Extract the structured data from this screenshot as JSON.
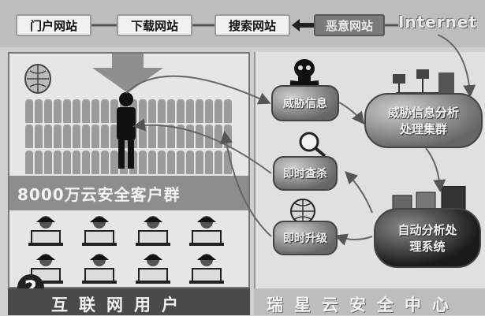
{
  "top_bar": {
    "portal_label": "门户网站",
    "download_label": "下载网站",
    "search_label": "搜索网站",
    "malware_label": "恶意网站",
    "internet_label": "Internet"
  },
  "left_panel": {
    "crowd_label": "8000万云安全客户群",
    "footer_label": "互联网用户",
    "badge_number": "2"
  },
  "right_panel": {
    "threat_info_label": "威胁信息",
    "analysis_cluster_label": "威胁信息分析处理集群",
    "instant_kill_label": "即时查杀",
    "instant_upgrade_label": "即时升级",
    "auto_analysis_label": "自动分析处理系统",
    "footer_label": "瑞星云安全中心"
  },
  "colors": {
    "background": "#cfcfcf",
    "dark_band": "#4a4a4a",
    "light_text": "#f2f2f2"
  }
}
